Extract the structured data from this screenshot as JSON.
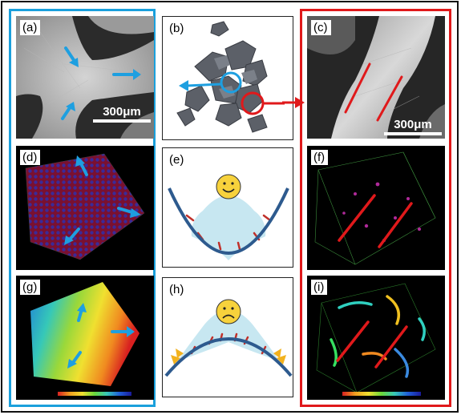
{
  "panels": {
    "a": {
      "label": "(a)",
      "scale": "300μm"
    },
    "b": {
      "label": "(b)"
    },
    "c": {
      "label": "(c)",
      "scale": "300μm"
    },
    "d": {
      "label": "(d)"
    },
    "e": {
      "label": "(e)",
      "emoji": "happy-face"
    },
    "f": {
      "label": "(f)"
    },
    "g": {
      "label": "(g)"
    },
    "h": {
      "label": "(h)",
      "emoji": "sad-face"
    },
    "i": {
      "label": "(i)"
    }
  },
  "colors": {
    "blue_frame": "#1aa0dc",
    "red_frame": "#e0191b",
    "arrow_blue": "#1e9fe0",
    "arrow_red": "#ee1c1c",
    "curve": "#2d5a8e"
  }
}
